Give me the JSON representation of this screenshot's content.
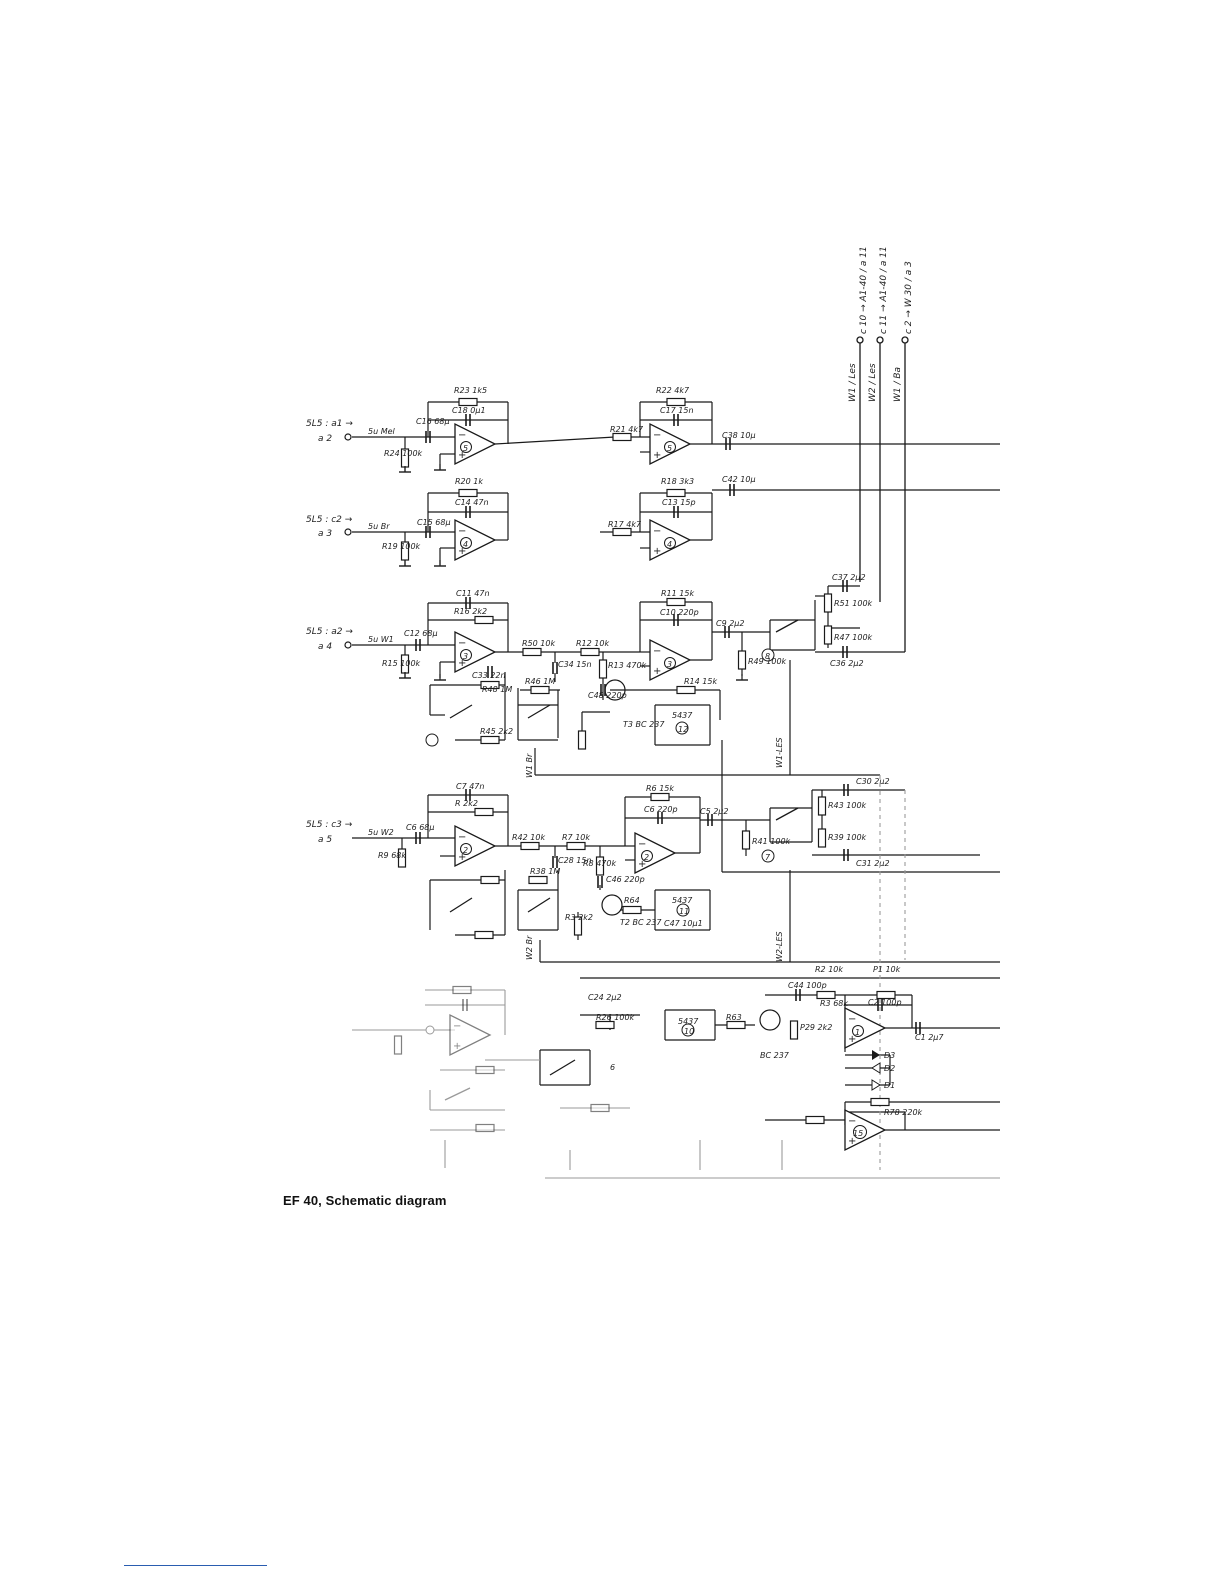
{
  "caption": "EF 40, Schematic diagram",
  "colors": {
    "ink": "#1a1a1a",
    "faint": "#9a9a9a",
    "footnote_rule": "#2a5db0"
  },
  "outputs": [
    {
      "label": "c 10 → A1-40 / a 11",
      "net": "W1 / Les"
    },
    {
      "label": "c 11 → A1-40 / a 11",
      "net": "W2 / Les"
    },
    {
      "label": "c 2 → W 30 / a 3",
      "net": "W1 / Ba"
    }
  ],
  "inputs": [
    {
      "connector": "5L5 : a1 →",
      "pin": "a 2",
      "net": "5u Mel"
    },
    {
      "connector": "5L5 : c2 →",
      "pin": "a 3",
      "net": "5u Br"
    },
    {
      "connector": "5L5 : a2 →",
      "pin": "a 4",
      "net": "5u W1"
    },
    {
      "connector": "5L5 : c3 →",
      "pin": "a 5",
      "net": "5u W2"
    }
  ],
  "opamps": [
    "5",
    "5",
    "4",
    "4",
    "3",
    "3",
    "2",
    "2",
    "1",
    "15"
  ],
  "ics": [
    {
      "part": "5437",
      "id": "12"
    },
    {
      "part": "5437",
      "id": "11"
    },
    {
      "part": "5437",
      "id": "10"
    }
  ],
  "transistors": [
    "T3 BC 237",
    "T2 BC 237",
    "BC 237"
  ],
  "switch_nodes": [
    "8",
    "7",
    "6"
  ],
  "components": [
    "R23 1k5",
    "C18 0μ1",
    "C16 68μ",
    "R24 100k",
    "R22 4k7",
    "C17 15n",
    "R21 4k7",
    "C38 10μ",
    "R20 1k",
    "C14 47n",
    "C15 68μ",
    "R19 100k",
    "R18 3k3",
    "C13 15p",
    "R17 4k7",
    "C42 10μ",
    "C11 47n",
    "R16 2k2",
    "C12 68μ",
    "R15 100k",
    "R50 10k",
    "R12 10k",
    "C34 15n",
    "R46 1M",
    "R13 470k",
    "C48 220p",
    "R14 15k",
    "R11 15k",
    "C10 220p",
    "C9 2μ2",
    "R49 100k",
    "C37 2μ2",
    "R51 100k",
    "R47 100k",
    "C36 2μ2",
    "C33 22n",
    "R48 1M",
    "R45 2k2",
    "C7 47n",
    "R 2k2",
    "C6 68μ",
    "R9 68k",
    "R42 10k",
    "R7 10k",
    "C28 15n",
    "R38 1M",
    "R8 470k",
    "C46 220p",
    "R6 15k",
    "C6 220p",
    "C5 2μ2",
    "R41 100k",
    "C30 2μ2",
    "R43 100k",
    "R39 100k",
    "C31 2μ2",
    "R64",
    "C47 10μ1",
    "R3 2k2",
    "R26 100k",
    "R63",
    "C24 2μ2",
    "C44 100p",
    "R3 68k",
    "R2 10k",
    "P1 10k",
    "C2 100p",
    "P29 2k2",
    "C1 2μ7",
    "D3",
    "D2",
    "D1",
    "R78 220k"
  ],
  "buses": [
    "W1 Br",
    "W1-LES",
    "W2-LES",
    "W2 Br"
  ]
}
